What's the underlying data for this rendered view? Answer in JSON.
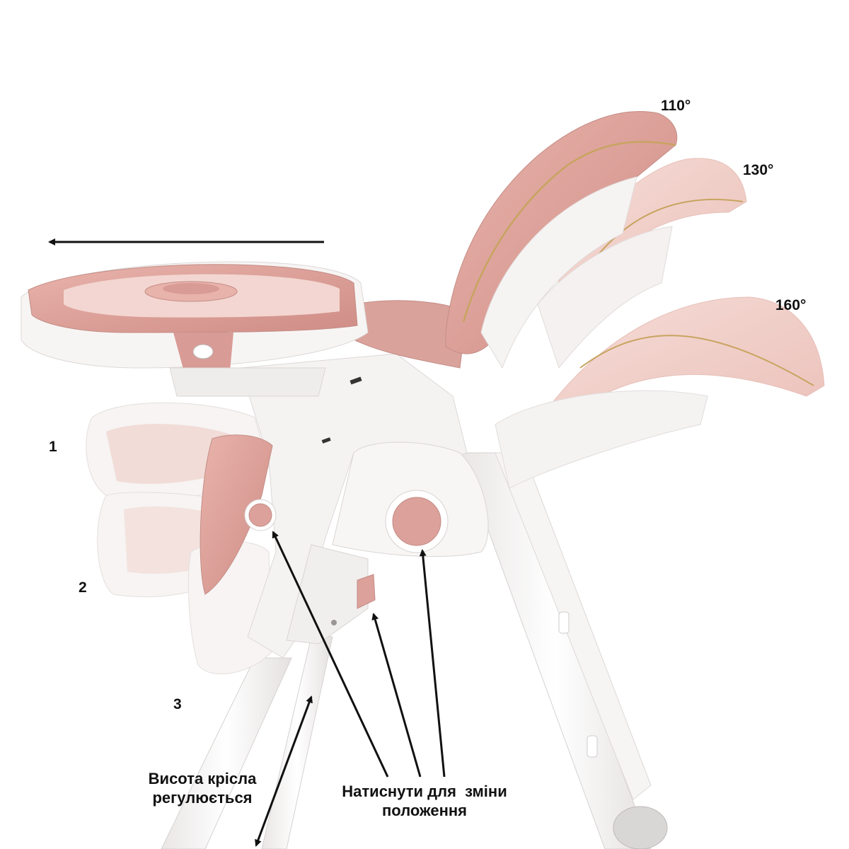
{
  "recline_angles": {
    "angle_110": "110°",
    "angle_130": "130°",
    "angle_160": "160°"
  },
  "tray_positions": {
    "pos_1": "1",
    "pos_2": "2",
    "pos_3": "3"
  },
  "captions": {
    "height_line1": "Висота крісла",
    "height_line2": "регулюється",
    "press_line1": "Натиснути для  зміни",
    "press_line2": "положення"
  },
  "colors": {
    "pink_dark": "#d99b95",
    "pink_light": "#f2d2cd",
    "frame_white": "#f4f2f1",
    "arrow": "#111111",
    "piping_gold": "#c8a460"
  }
}
